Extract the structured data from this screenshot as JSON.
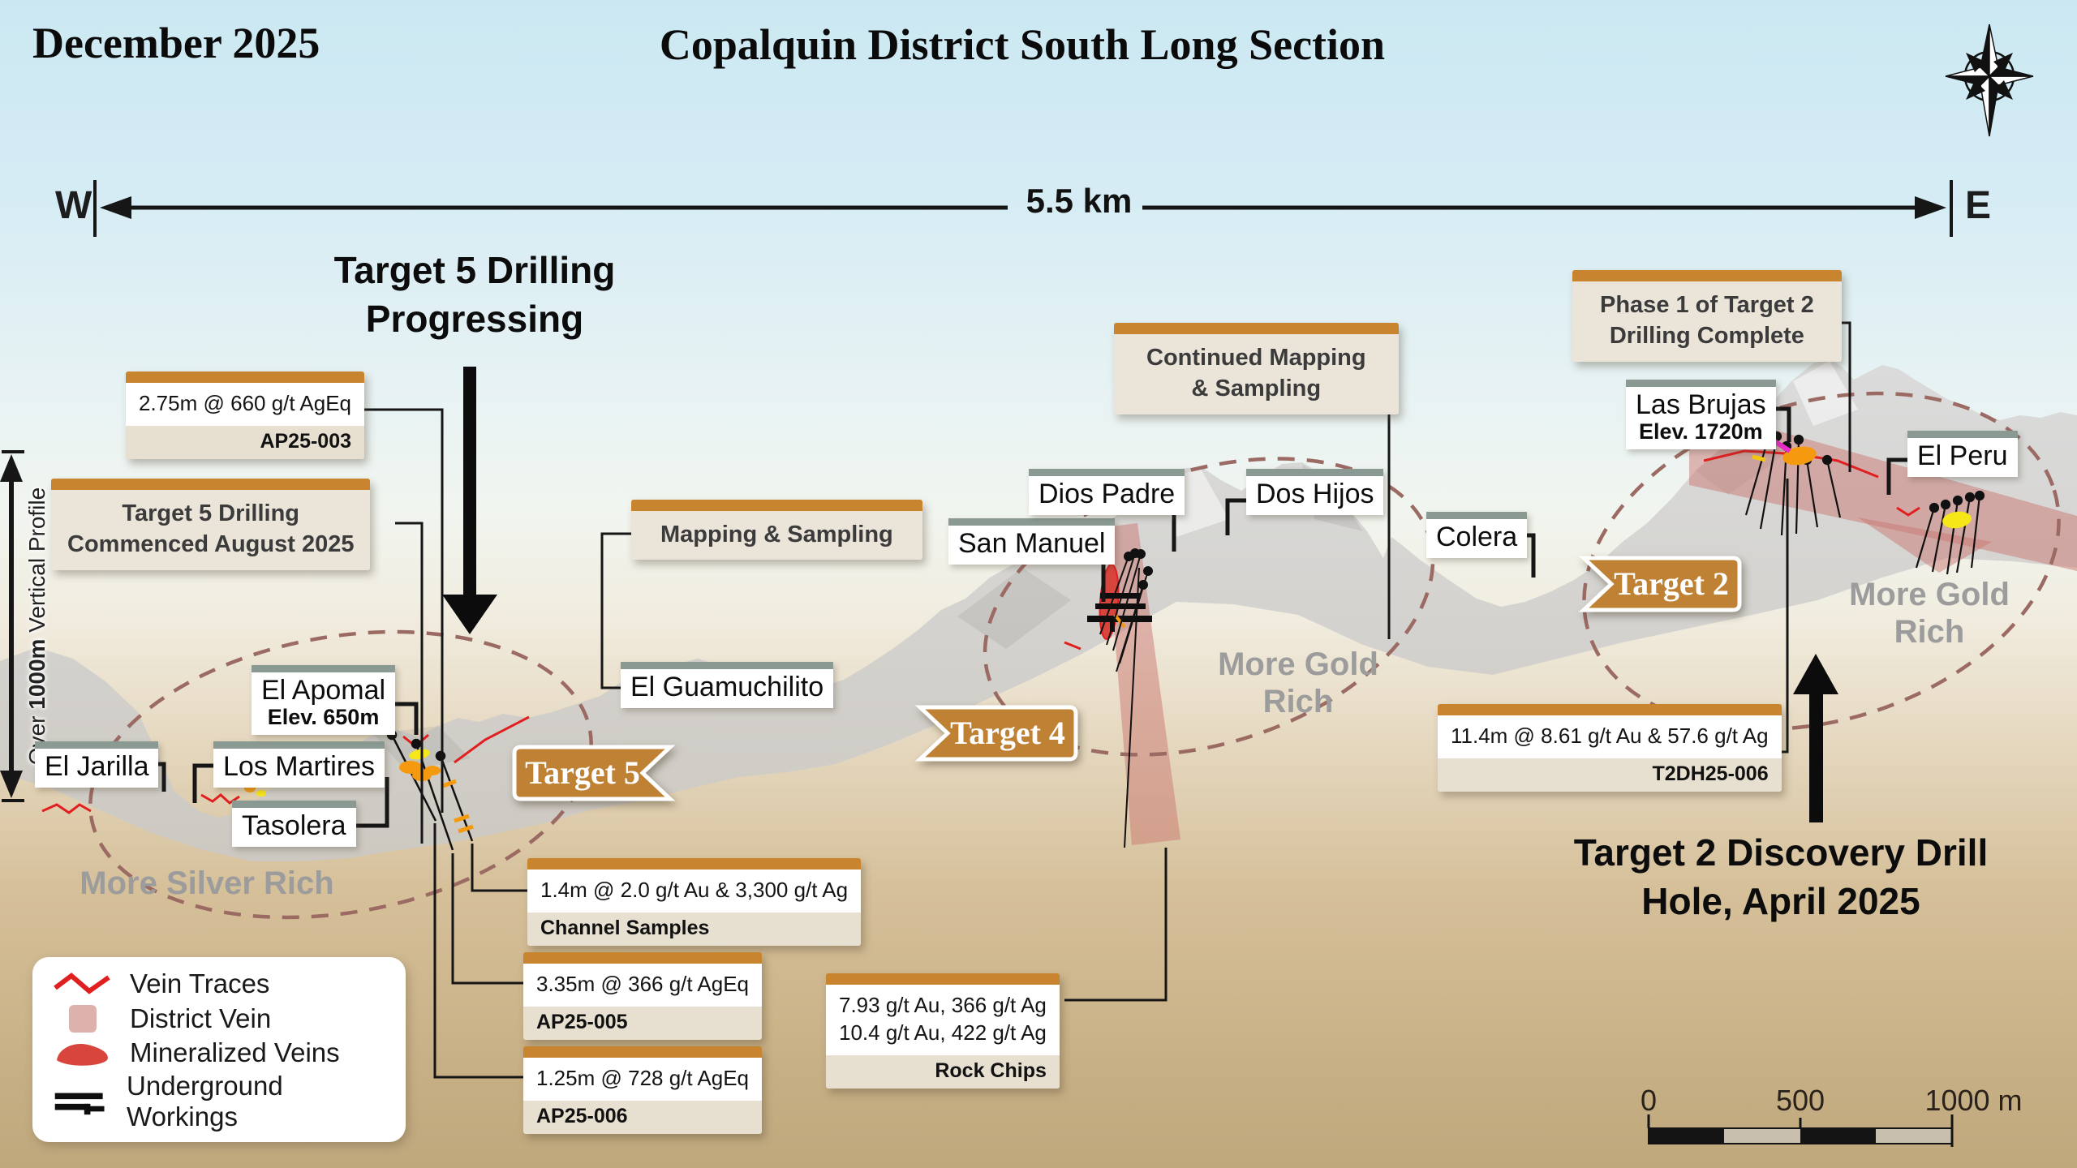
{
  "header": {
    "date": "December 2025",
    "title": "Copalquin District South Long Section"
  },
  "scale_arrow": {
    "west_label": "W",
    "east_label": "E",
    "distance_label": "5.5 km"
  },
  "vertical_scale": {
    "prefix": "Over ",
    "bold": "1000m",
    "suffix": " Vertical Profile"
  },
  "headlines": {
    "target5_line1": "Target 5 Drilling",
    "target5_line2": "Progressing",
    "target2_line1": "Target 2 Discovery Drill",
    "target2_line2": "Hole, April 2025"
  },
  "notes": {
    "target5_commenced": {
      "line1": "Target 5 Drilling",
      "line2": "Commenced August 2025"
    },
    "mapping_sampling": {
      "line1": "Mapping & Sampling"
    },
    "continued_mapping": {
      "line1": "Continued Mapping",
      "line2": "& Sampling"
    },
    "phase1_target2": {
      "line1": "Phase 1 of Target 2",
      "line2": "Drilling Complete"
    }
  },
  "callouts": {
    "ap25_003": {
      "value": "2.75m @ 660 g/t AgEq",
      "source": "AP25-003"
    },
    "channel_samples": {
      "value": "1.4m @ 2.0 g/t Au & 3,300 g/t Ag",
      "source": "Channel Samples"
    },
    "ap25_005": {
      "value": "3.35m @ 366 g/t AgEq",
      "source": "AP25-005"
    },
    "ap25_006": {
      "value": "1.25m @ 728 g/t AgEq",
      "source": "AP25-006"
    },
    "rock_chips": {
      "line1": "7.93 g/t Au, 366 g/t Ag",
      "line2": "10.4 g/t Au, 422 g/t Ag",
      "source": "Rock Chips"
    },
    "t2dh25_006": {
      "value": "11.4m @ 8.61 g/t Au & 57.6 g/t Ag",
      "source": "T2DH25-006"
    }
  },
  "mine_labels": {
    "el_jarilla": "El Jarilla",
    "los_martires": "Los Martires",
    "tasolera": "Tasolera",
    "el_apomal": {
      "name": "El Apomal",
      "elev": "Elev. 650m"
    },
    "el_guamuchilito": "El Guamuchilito",
    "san_manuel": "San Manuel",
    "dios_padre": "Dios Padre",
    "dos_hijos": "Dos Hijos",
    "colera": "Colera",
    "las_brujas": {
      "name": "Las Brujas",
      "elev": "Elev. 1720m"
    },
    "el_peru": "El Peru"
  },
  "banners": {
    "target5": "Target 5",
    "target4": "Target 4",
    "target2": "Target 2"
  },
  "zones": {
    "silver": "More Silver Rich",
    "gold_mid_line1": "More Gold",
    "gold_mid_line2": "Rich",
    "gold_right_line1": "More Gold",
    "gold_right_line2": "Rich"
  },
  "legend": {
    "items": [
      {
        "icon": "vein-trace-icon",
        "label": "Vein Traces"
      },
      {
        "icon": "district-vein-icon",
        "label": "District Vein"
      },
      {
        "icon": "mineralized-veins-icon",
        "label": "Mineralized Veins"
      },
      {
        "icon": "underground-workings-icon",
        "label": "Underground Workings"
      }
    ]
  },
  "scalebar": {
    "tick0": "0",
    "tick500": "500",
    "tick1000": "1000 m"
  },
  "colors": {
    "accent_orange": "#bf8133",
    "bar_orange": "#c8842f",
    "label_bar_green": "#8a9a92",
    "vein_red": "#e02020",
    "district_vein_pink": "#d9a8a5",
    "dashed_ellipse": "#9b6a63",
    "note_beige": "#eae4d9"
  }
}
